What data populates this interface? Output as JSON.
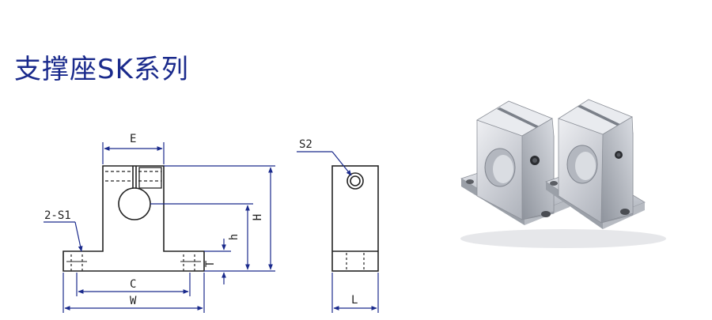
{
  "title": "支撑座SK系列",
  "labels": {
    "E": "E",
    "S1": "2-S1",
    "C": "C",
    "W": "W",
    "T": "T",
    "h": "h",
    "H": "H",
    "S2": "S2",
    "L": "L"
  },
  "colors": {
    "title": "#1a2a8c",
    "dimension_line": "#1a2a8c",
    "outline": "#222222",
    "metal": "#c9ccd2"
  }
}
